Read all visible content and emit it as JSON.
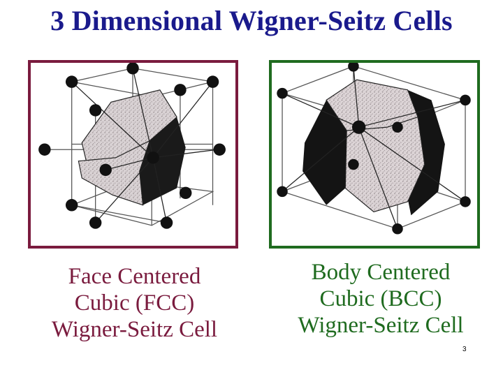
{
  "title": "3 Dimensional Wigner-Seitz Cells",
  "fcc": {
    "caption_lines": [
      "Face Centered",
      "Cubic (FCC)",
      "Wigner-Seitz Cell"
    ],
    "border_color": "#7a1b3e"
  },
  "bcc": {
    "caption_lines": [
      "Body Centered",
      "Cubic (BCC)",
      "Wigner-Seitz Cell"
    ],
    "border_color": "#1f6b1f"
  },
  "slide_number": "3",
  "colors": {
    "title": "#1a1a8c",
    "atom": "#111111",
    "face_light": "#d8cfd0",
    "face_dark": "#1a1a1a"
  }
}
